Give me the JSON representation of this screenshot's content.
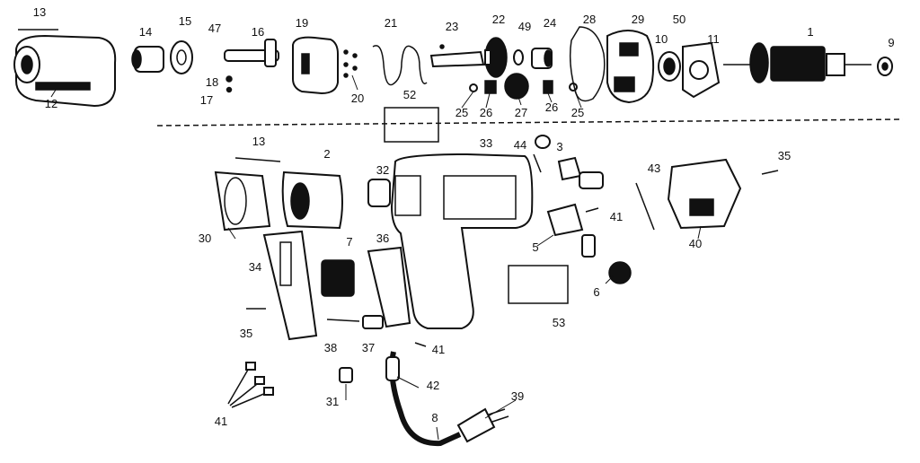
{
  "diagram": {
    "part_numbers": [
      "13",
      "14",
      "15",
      "47",
      "16",
      "18",
      "17",
      "12",
      "19",
      "20",
      "21",
      "23",
      "22",
      "49",
      "24",
      "25",
      "26",
      "27",
      "28",
      "29",
      "26",
      "25",
      "50",
      "10",
      "11",
      "1",
      "9",
      "52",
      "13",
      "2",
      "33",
      "44",
      "3",
      "32",
      "43",
      "35",
      "30",
      "41",
      "40",
      "34",
      "7",
      "36",
      "5",
      "6",
      "35",
      "38",
      "37",
      "53",
      "41",
      "42",
      "39",
      "31",
      "8",
      "41"
    ]
  }
}
